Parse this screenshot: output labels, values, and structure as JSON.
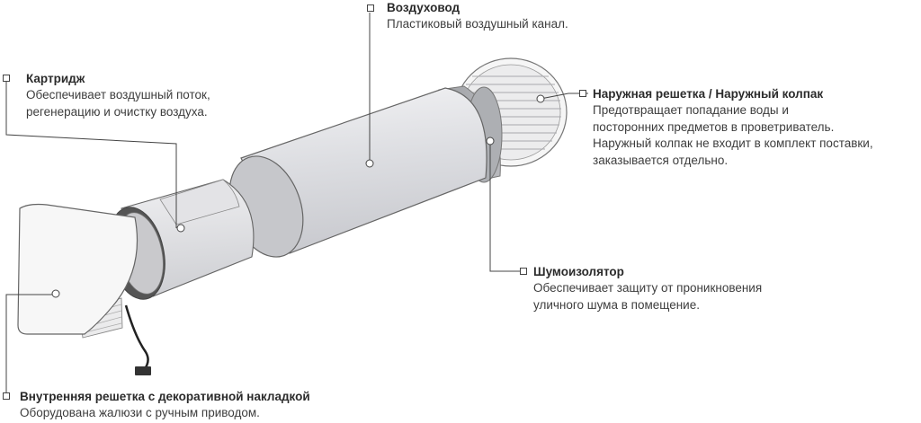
{
  "callouts": {
    "duct": {
      "title": "Воздуховод",
      "lines": [
        "Пластиковый воздушный канал."
      ]
    },
    "cartridge": {
      "title": "Картридж",
      "lines": [
        "Обеспечивает воздушный поток,",
        "регенерацию и очистку воздуха."
      ]
    },
    "outer_grille": {
      "title": "Наружная решетка / Наружный колпак",
      "lines": [
        "Предотвращает попадание воды и",
        "посторонних предметов в проветриватель.",
        "Наружный колпак не входит в комплект поставки,",
        "заказывается отдельно."
      ]
    },
    "silencer": {
      "title": "Шумоизолятор",
      "lines": [
        "Обеспечивает защиту от проникновения",
        "уличного шума в помещение."
      ]
    },
    "inner_grille": {
      "title": "Внутренняя решетка с декоративной накладкой",
      "lines": [
        "Оборудована жалюзи с ручным приводом."
      ]
    }
  }
}
